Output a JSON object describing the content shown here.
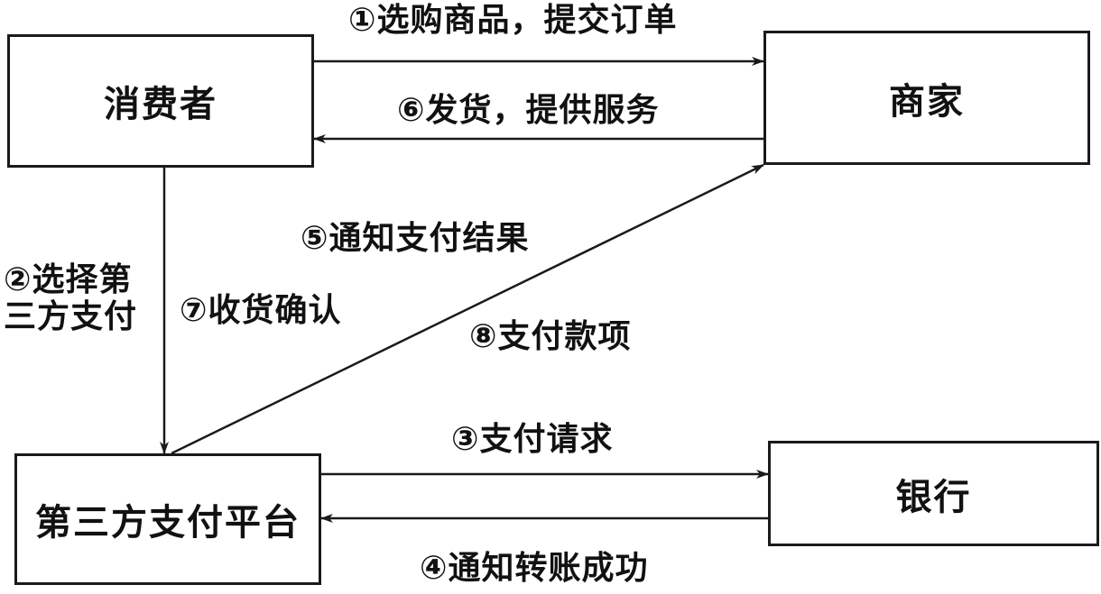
{
  "nodes": {
    "consumer": "消费者",
    "merchant": "商家",
    "platform": "第三方支付平台",
    "bank": "银行"
  },
  "edges": {
    "e1": "①选购商品，提交订单",
    "e2_line1": "②选择第",
    "e2_line2": "三方支付",
    "e3": "③支付请求",
    "e4": "④通知转账成功",
    "e5": "⑤通知支付结果",
    "e6": "⑥发货，提供服务",
    "e7": "⑦收货确认",
    "e8": "⑧支付款项"
  },
  "colors": {
    "stroke": "#1a1a1a",
    "background": "#ffffff"
  }
}
